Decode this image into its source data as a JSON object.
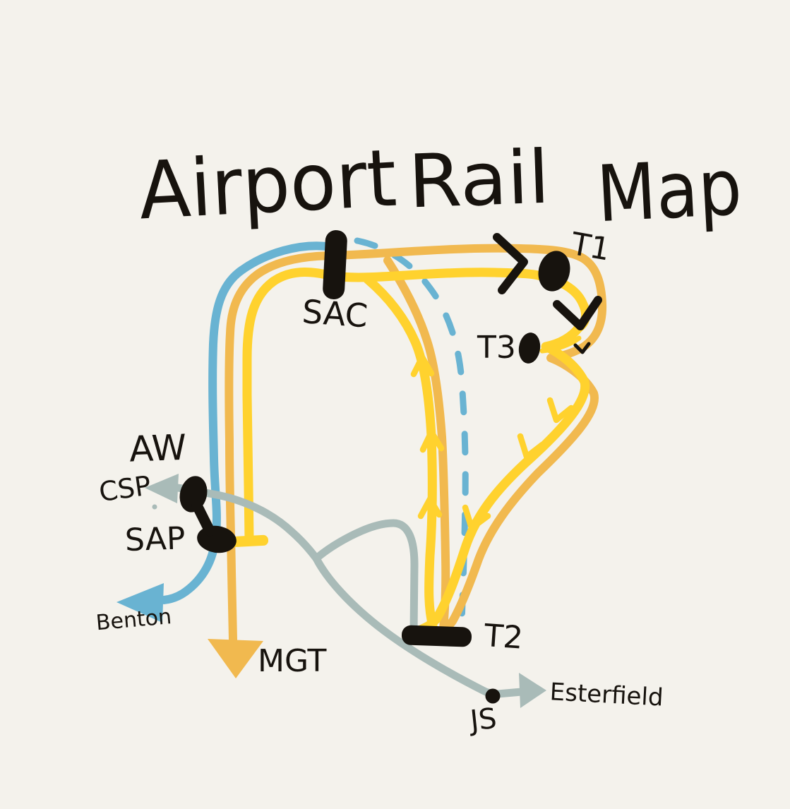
{
  "title": {
    "full": "Airport Rail Map",
    "words": [
      "Airport",
      "Rail",
      "Map"
    ]
  },
  "palette": {
    "background": "#f4f2ec",
    "ink": "#17130e",
    "yellow": "#ffd22e",
    "amber": "#f1b94f",
    "blue": "#69b3d2",
    "gray": "#a9bbb8"
  },
  "lines": {
    "yellow_loop": {
      "name": "yellow-loop-line",
      "color": "#ffd22e",
      "style": "solid"
    },
    "amber_loop": {
      "name": "amber-loop-line",
      "color": "#f1b94f",
      "style": "solid"
    },
    "blue_line": {
      "name": "blue-line",
      "color": "#69b3d2",
      "style": "solid"
    },
    "blue_shuttle": {
      "name": "blue-dashed-shuttle",
      "color": "#69b3d2",
      "style": "dashed"
    },
    "gray_line": {
      "name": "gray-line",
      "color": "#a9bbb8",
      "style": "solid"
    }
  },
  "stations": {
    "sac": {
      "label": "SAC"
    },
    "t1": {
      "label": "T1"
    },
    "t3": {
      "label": "T3"
    },
    "t2": {
      "label": "T2"
    },
    "aw": {
      "label": "AW"
    },
    "sap": {
      "label": "SAP"
    },
    "js": {
      "label": "JS"
    }
  },
  "destinations": {
    "csp": {
      "label": "CSP"
    },
    "benton": {
      "label": "Benton"
    },
    "mgt": {
      "label": "MGT"
    },
    "esterfield": {
      "label": "Esterfield"
    }
  }
}
